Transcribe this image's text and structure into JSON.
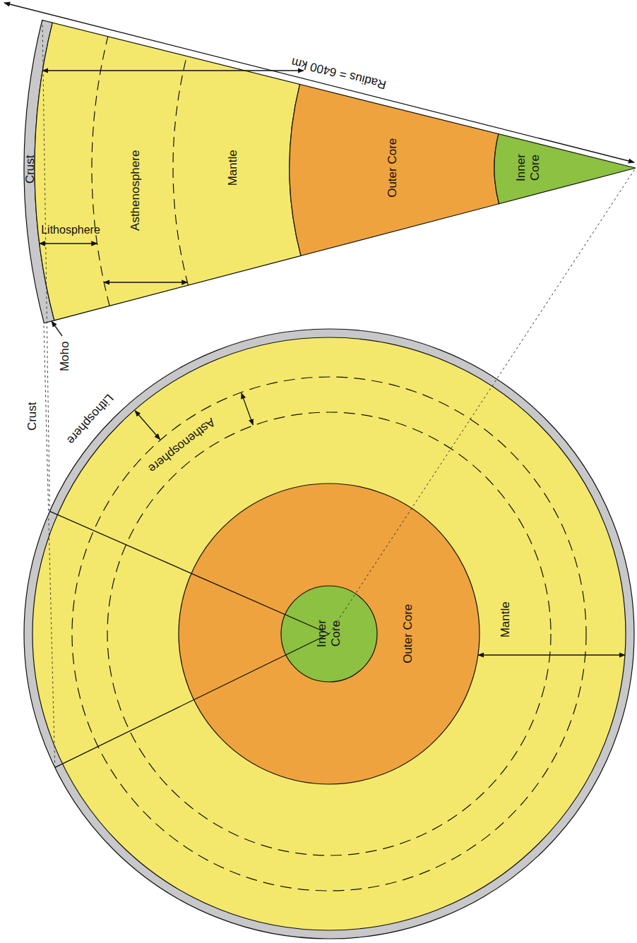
{
  "diagram": {
    "labels": [
      "Radius = 6400 km",
      "Crust",
      "Lithosphere",
      "Asthenosphere",
      "Mantle",
      "Outer Core",
      "Inner Core",
      "Moho",
      "Lithosphere",
      "Asthenosphere",
      "Crust",
      "Inner Core",
      "Outer Core",
      "Mantle"
    ]
  }
}
